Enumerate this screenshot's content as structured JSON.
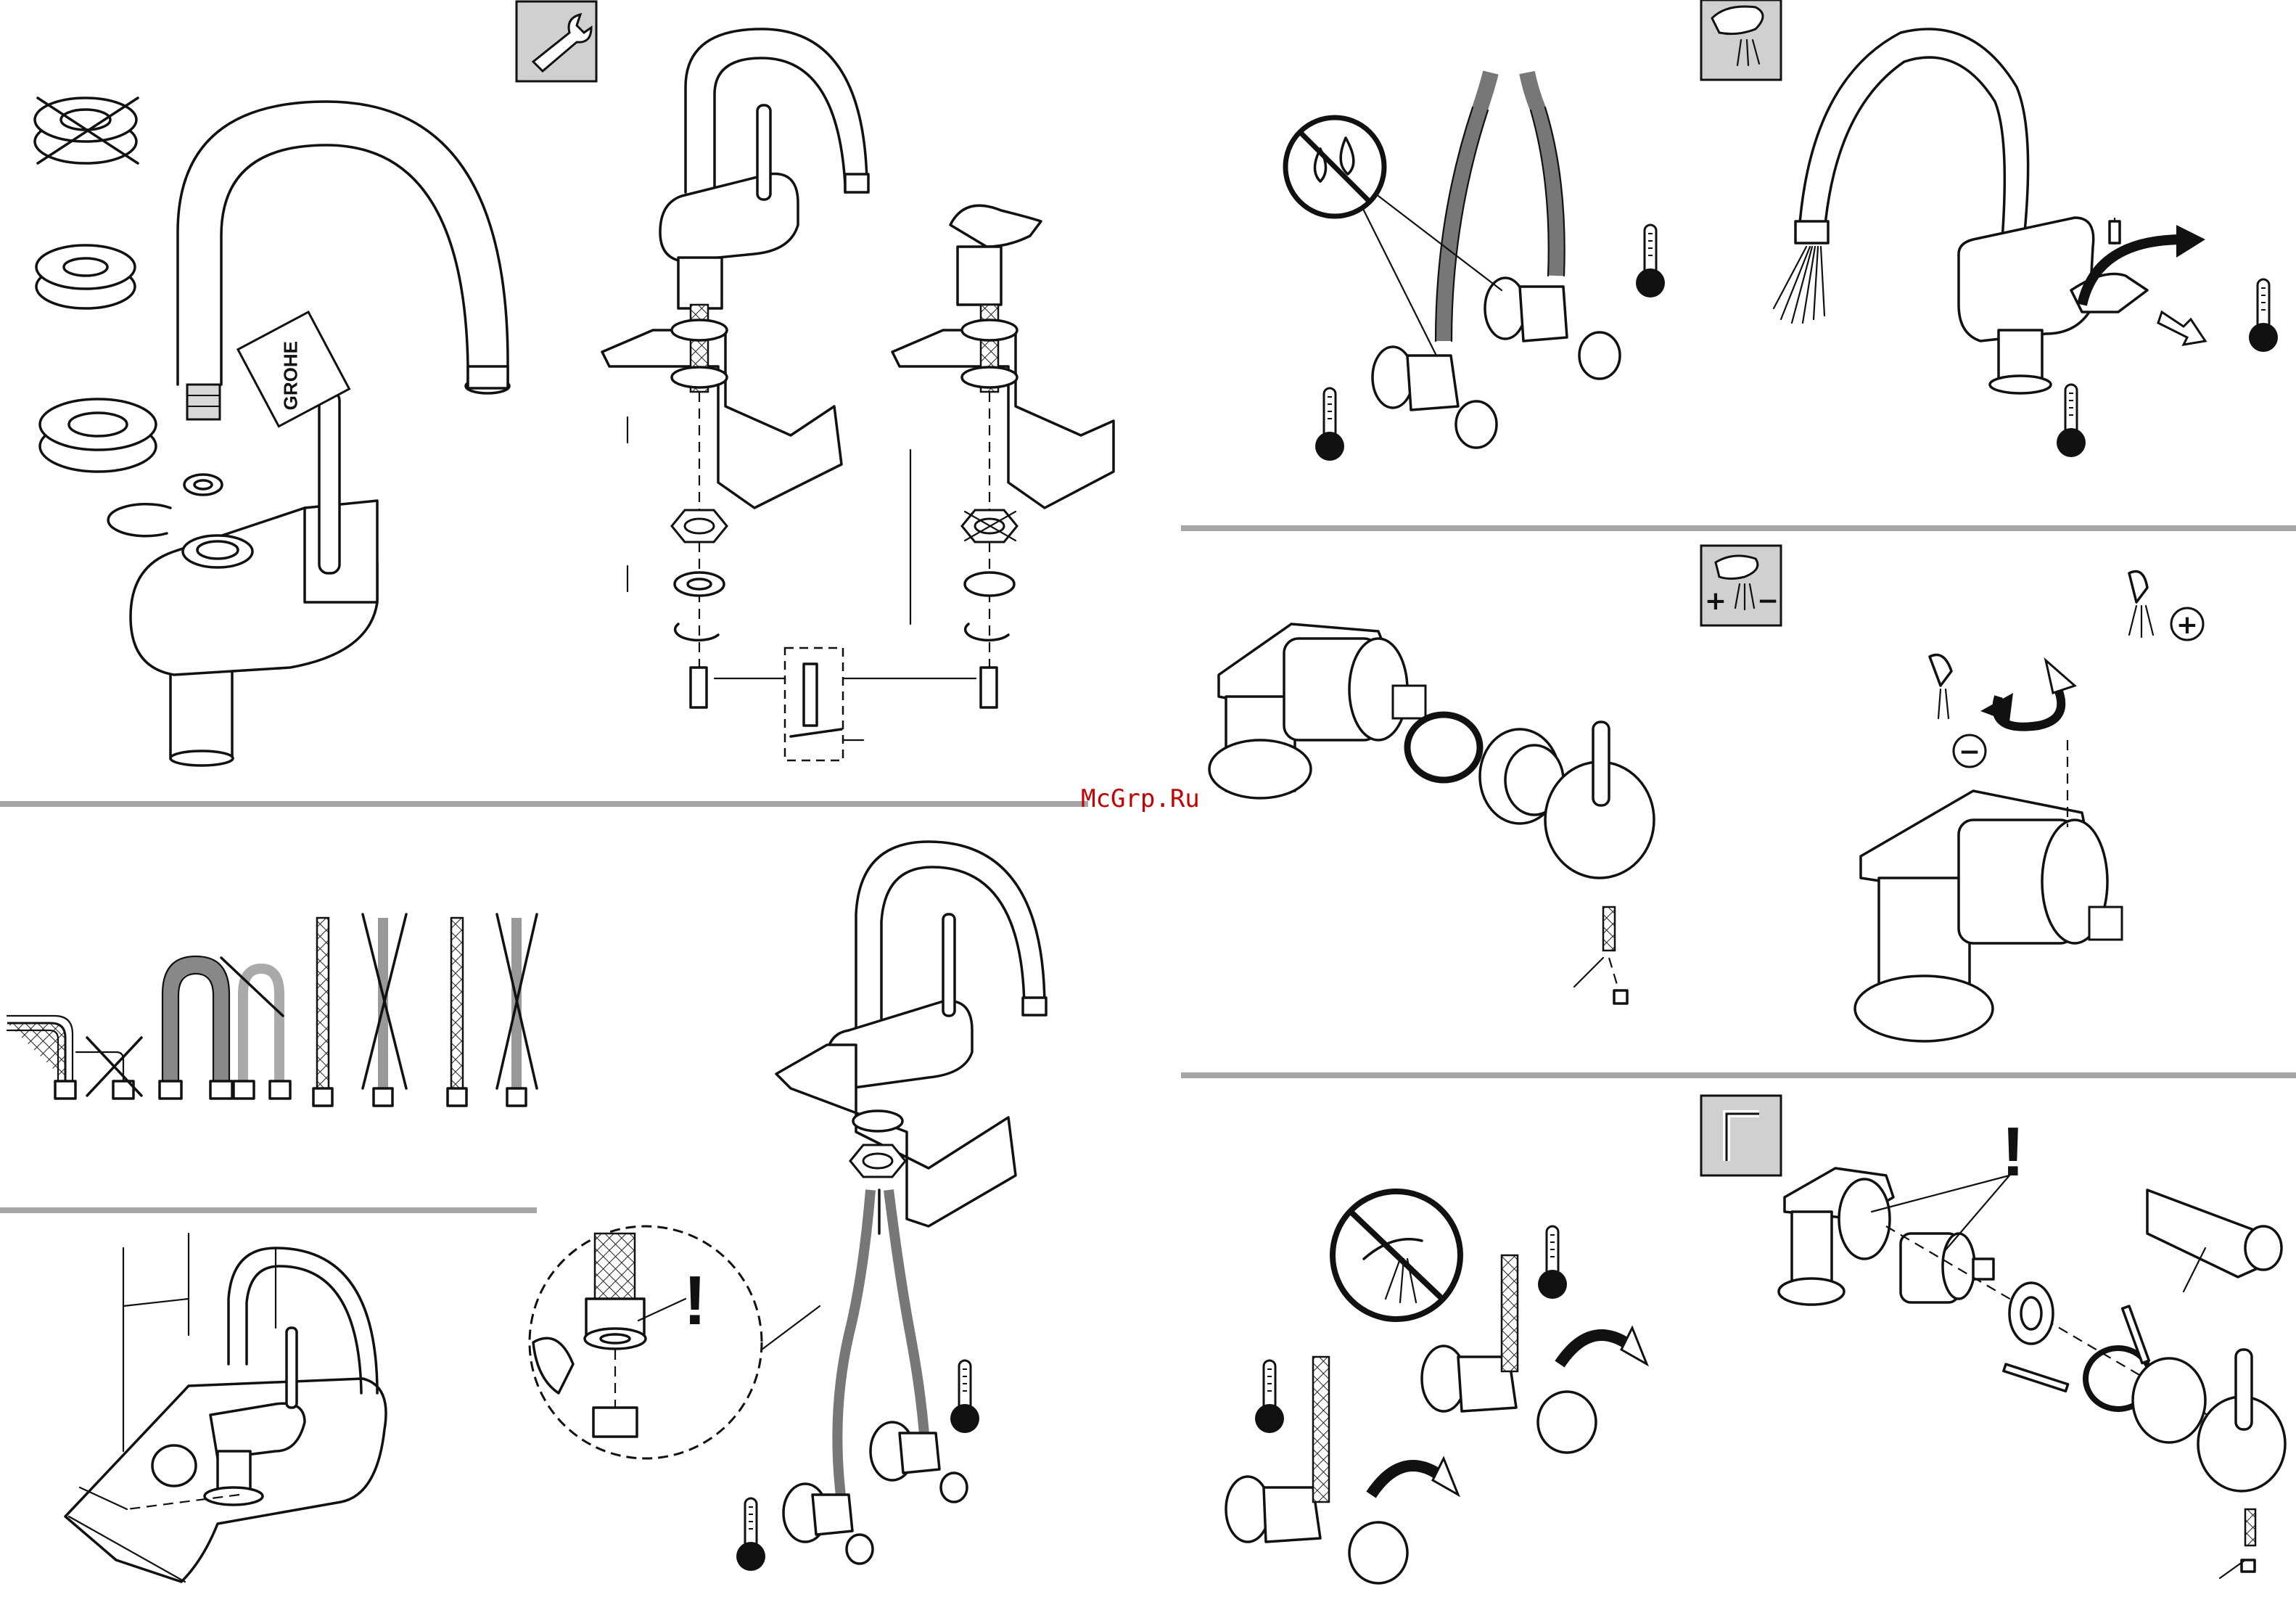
{
  "watermark": "McGrp.Ru",
  "brand_label": "GROHE",
  "temperature_signs": {
    "plus": "+",
    "minus": "−"
  },
  "warning_mark": "!",
  "sections": [
    {
      "name": "aerator-removal",
      "panel": "top-left"
    },
    {
      "name": "mounting-exploded",
      "panel": "top-center",
      "tool_icon": "wrench-icon"
    },
    {
      "name": "hose-bending-rules",
      "panel": "middle-left"
    },
    {
      "name": "distance-check",
      "panel": "bottom-left"
    },
    {
      "name": "hose-connection",
      "panel": "bottom-center"
    },
    {
      "name": "angle-valves-no-water",
      "panel": "right-top-left"
    },
    {
      "name": "flushing-open",
      "panel": "right-top-right",
      "tool_icon": "spray-icon"
    },
    {
      "name": "temperature-limiter",
      "panel": "right-middle",
      "tool_icon": "temperature-adjust-icon"
    },
    {
      "name": "cartridge-replacement",
      "panel": "right-bottom",
      "tool_icon": "hex-key-icon"
    }
  ],
  "colors": {
    "line": "#111111",
    "divider": "#a6a6a6",
    "watermark": "#c40000"
  }
}
